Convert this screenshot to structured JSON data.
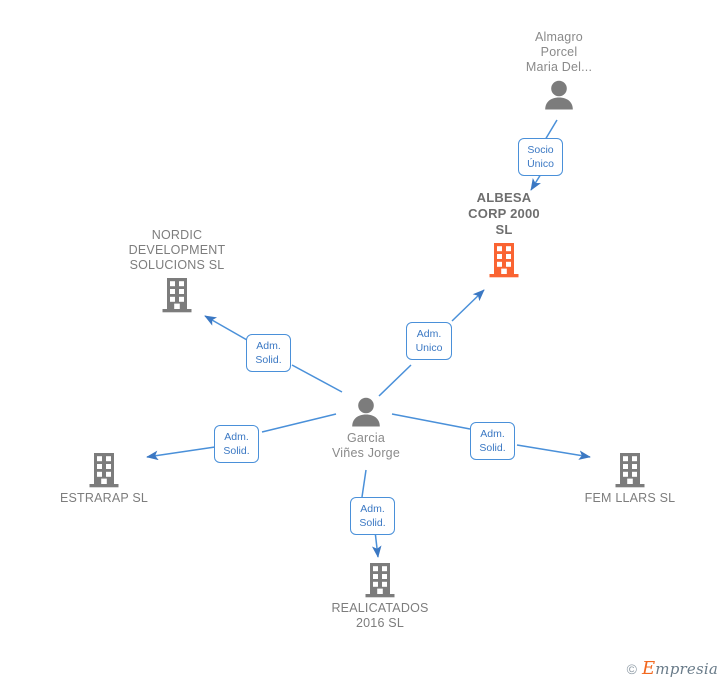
{
  "diagram": {
    "type": "corporate-relationship-graph",
    "accent_color": "#4a90d9",
    "focus_color": "#fa6432",
    "node_gray": "#7d7d7d"
  },
  "nodes": {
    "owner_person": {
      "id": "almagro-porcel",
      "kind": "person",
      "label": "Almagro\nPorcel\nMaria Del..."
    },
    "focus_company": {
      "id": "albesa-corp-2000-sl",
      "kind": "company-focus",
      "label": "ALBESA\nCORP 2000\nSL"
    },
    "nordic": {
      "id": "nordic-development-solucions-sl",
      "kind": "company",
      "label": "NORDIC\nDEVELOPMENT\nSOLUCIONS SL"
    },
    "center_person": {
      "id": "garcia-vines-jorge",
      "kind": "person",
      "label": "Garcia\nViñes Jorge"
    },
    "estrarap": {
      "id": "estrarap-sl",
      "kind": "company",
      "label": "ESTRARAP  SL"
    },
    "fem_llars": {
      "id": "fem-llars-sl",
      "kind": "company",
      "label": "FEM LLARS SL"
    },
    "realicatados": {
      "id": "realicatados-2016-sl",
      "kind": "company",
      "label": "REALICATADOS\n2016  SL"
    }
  },
  "edges": [
    {
      "id": "edge-owner-to-albesa",
      "from": "almagro-porcel",
      "to": "albesa-corp-2000-sl",
      "label": "Socio\nÚnico"
    },
    {
      "id": "edge-garcia-to-albesa",
      "from": "garcia-vines-jorge",
      "to": "albesa-corp-2000-sl",
      "label": "Adm.\nUnico"
    },
    {
      "id": "edge-garcia-to-nordic",
      "from": "garcia-vines-jorge",
      "to": "nordic-development-solucions-sl",
      "label": "Adm.\nSolid."
    },
    {
      "id": "edge-garcia-to-estrarap",
      "from": "garcia-vines-jorge",
      "to": "estrarap-sl",
      "label": "Adm.\nSolid."
    },
    {
      "id": "edge-garcia-to-femllars",
      "from": "garcia-vines-jorge",
      "to": "fem-llars-sl",
      "label": "Adm.\nSolid."
    },
    {
      "id": "edge-garcia-to-realicatados",
      "from": "garcia-vines-jorge",
      "to": "realicatados-2016-sl",
      "label": "Adm.\nSolid."
    }
  ],
  "watermark": {
    "copyright": "©",
    "brand_cap": "E",
    "brand_rest": "mpresia"
  }
}
